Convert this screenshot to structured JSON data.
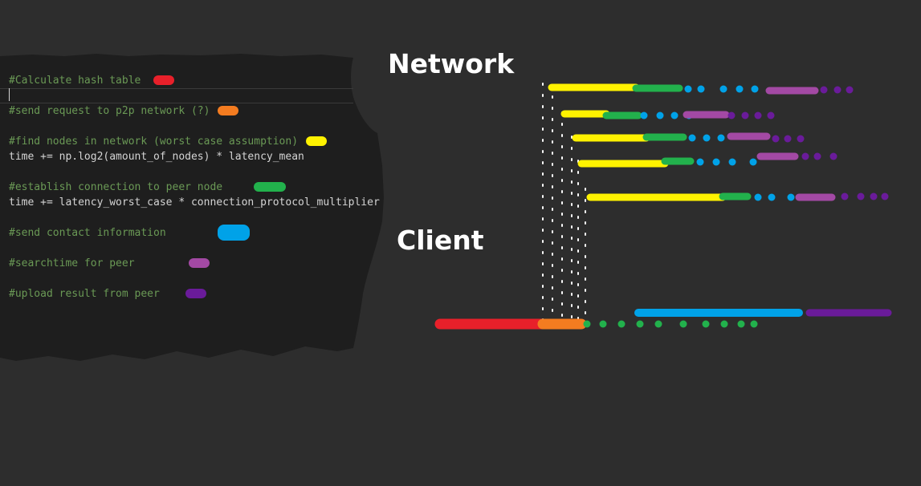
{
  "labels": {
    "network": "Network",
    "client": "Client"
  },
  "code": [
    {
      "text": "#Calculate hash table",
      "kind": "comment",
      "marker": "red"
    },
    {
      "text": "",
      "kind": "code",
      "marker": null
    },
    {
      "text": "#send request to p2p network (?)",
      "kind": "comment",
      "marker": "orange"
    },
    {
      "text": "",
      "kind": "code",
      "marker": null
    },
    {
      "text": "#find nodes in network (worst case assumption)",
      "kind": "comment",
      "marker": "yellow"
    },
    {
      "text": "time += np.log2(amount_of_nodes) * latency_mean",
      "kind": "code",
      "marker": null
    },
    {
      "text": "",
      "kind": "code",
      "marker": null
    },
    {
      "text": "#establish connection to peer node",
      "kind": "comment",
      "marker": "green"
    },
    {
      "text": "time += latency_worst_case * connection_protocol_multiplier",
      "kind": "code",
      "marker": null
    },
    {
      "text": "",
      "kind": "code",
      "marker": null
    },
    {
      "text": "#send contact information",
      "kind": "comment",
      "marker": "blue"
    },
    {
      "text": "",
      "kind": "code",
      "marker": null
    },
    {
      "text": "#searchtime for peer",
      "kind": "comment",
      "marker": "pink"
    },
    {
      "text": "",
      "kind": "code",
      "marker": null
    },
    {
      "text": "#upload result from peer",
      "kind": "comment",
      "marker": "purple"
    }
  ],
  "colors": {
    "red": "#e8202a",
    "orange": "#f47c20",
    "yellow": "#fff200",
    "green": "#22b14c",
    "blue": "#00a2e8",
    "pink": "#a349a4",
    "purple": "#6a1b9a",
    "background": "#2d2d2d",
    "editor": "#1e1e1e",
    "comment": "#6a9955",
    "text": "#d4d4d4"
  }
}
